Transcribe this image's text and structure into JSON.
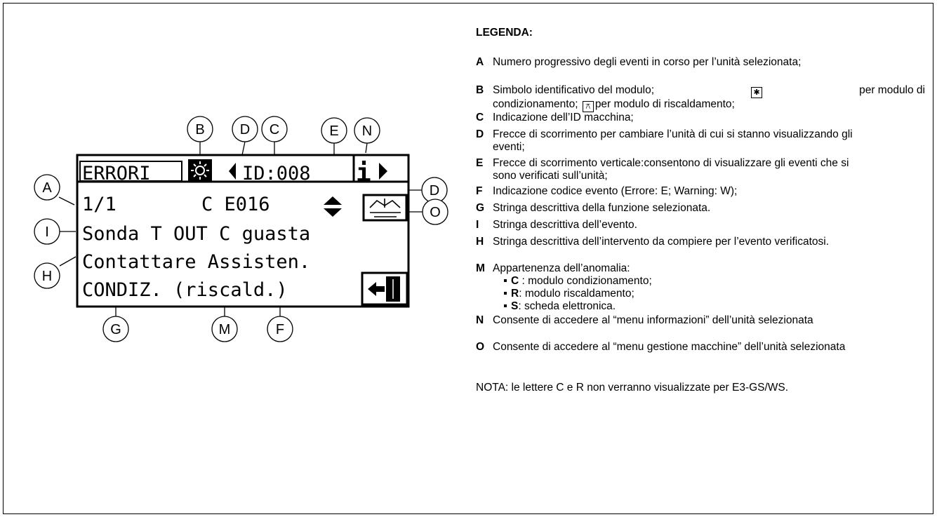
{
  "lcd": {
    "title": "ERRORI",
    "id_text": "ID:008",
    "info_symbol": "i",
    "line1_count": "1/1",
    "line1_code": "C E016",
    "line2": "Sonda T OUT C guasta",
    "line3": "Contattare Assisten.",
    "line4": "CONDIZ. (riscald.)"
  },
  "callouts": {
    "A": "A",
    "B": "B",
    "C": "C",
    "D": "D",
    "E": "E",
    "N": "N",
    "O": "O",
    "I": "I",
    "H": "H",
    "G": "G",
    "M": "M",
    "F": "F"
  },
  "icons": [
    "sun-heating-icon",
    "left-arrow-icon",
    "right-arrow-icon",
    "info-icon",
    "up-down-arrows-icon",
    "machine-management-icon",
    "exit-door-icon",
    "snowflake-icon",
    "heating-coil-icon"
  ],
  "legend": {
    "title": "LEGENDA:",
    "items": [
      {
        "key": "A",
        "text": "Numero progressivo degli eventi in corso per l’unità selezionata;"
      },
      {
        "key": "B",
        "text_line1": "Simbolo identificativo del modulo;",
        "text_mid": "per modulo di",
        "text_line2a": "condizionamento;",
        "text_line2b": "per modulo di riscaldamento;"
      },
      {
        "key": "C",
        "text": "Indicazione dell’ID macchina;"
      },
      {
        "key": "D",
        "text": "Frecce di scorrimento per cambiare l’unità di cui si stanno visualizzando gli eventi;"
      },
      {
        "key": "E",
        "text": "Frecce di scorrimento verticale:consentono di visualizzare gli eventi che si sono verificati sull’unità;"
      },
      {
        "key": "F",
        "text": "Indicazione codice evento (Errore: E; Warning: W);"
      },
      {
        "key": "G",
        "text": "Stringa descrittiva della funzione selezionata."
      },
      {
        "key": "I",
        "text": "Stringa descrittiva dell’evento."
      },
      {
        "key": "H",
        "text": "Stringa descrittiva dell’intervento da compiere per l’evento verificatosi."
      },
      {
        "key": "M",
        "text": "Appartenenza dell’anomalia:"
      },
      {
        "key": "N",
        "text": "Consente di accedere al “menu informazioni” dell’unità selezionata"
      },
      {
        "key": "O",
        "text": "Consente di accedere al “menu gestione macchine” dell’unità selezionata"
      }
    ],
    "sub_items": [
      {
        "key": "C",
        "text": " : modulo condizionamento;"
      },
      {
        "key": "R",
        "text": ": modulo riscaldamento;"
      },
      {
        "key": "S",
        "text": ": scheda elettronica."
      }
    ],
    "nota": "NOTA: le lettere C e R non verranno visualizzate per E3-GS/WS."
  }
}
